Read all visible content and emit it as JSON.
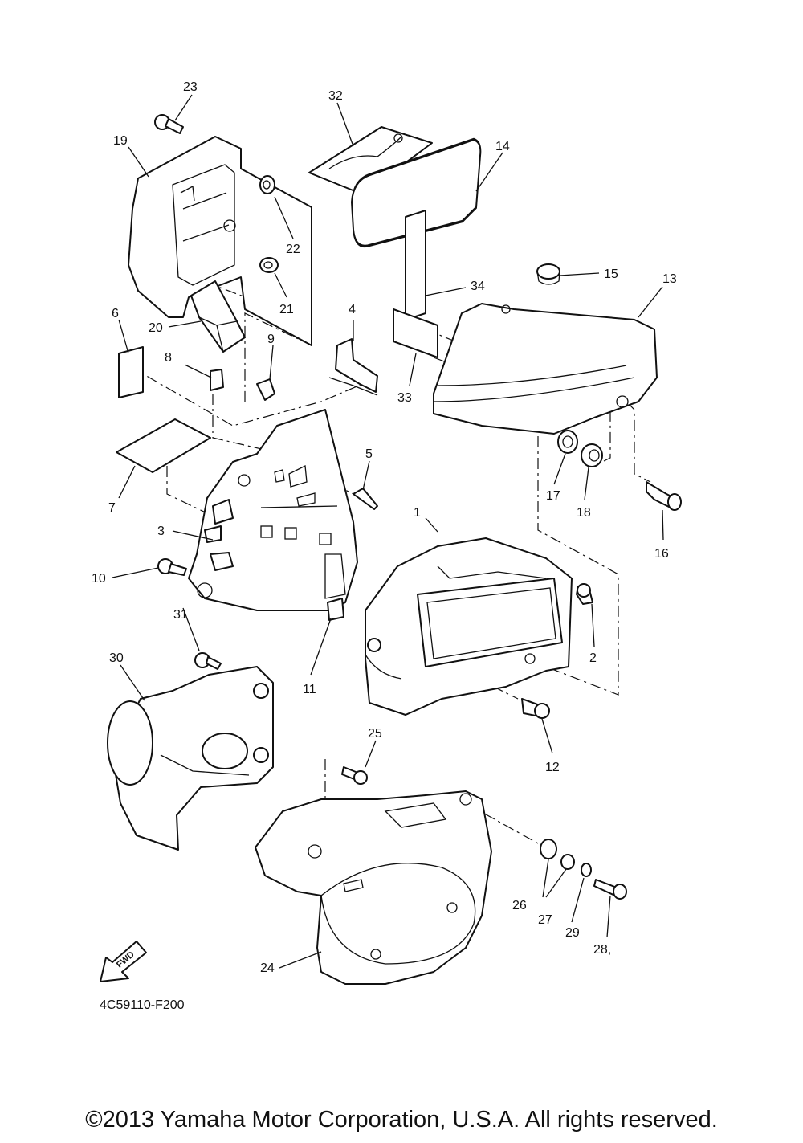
{
  "callouts": [
    {
      "id": "1",
      "label": "1"
    },
    {
      "id": "2",
      "label": "2"
    },
    {
      "id": "3",
      "label": "3"
    },
    {
      "id": "4",
      "label": "4"
    },
    {
      "id": "5",
      "label": "5"
    },
    {
      "id": "6",
      "label": "6"
    },
    {
      "id": "7",
      "label": "7"
    },
    {
      "id": "8",
      "label": "8"
    },
    {
      "id": "9",
      "label": "9"
    },
    {
      "id": "10",
      "label": "10"
    },
    {
      "id": "11",
      "label": "11"
    },
    {
      "id": "12",
      "label": "12"
    },
    {
      "id": "13",
      "label": "13"
    },
    {
      "id": "14",
      "label": "14"
    },
    {
      "id": "15",
      "label": "15"
    },
    {
      "id": "16",
      "label": "16"
    },
    {
      "id": "17",
      "label": "17"
    },
    {
      "id": "18",
      "label": "18"
    },
    {
      "id": "19",
      "label": "19"
    },
    {
      "id": "20",
      "label": "20"
    },
    {
      "id": "21",
      "label": "21"
    },
    {
      "id": "22",
      "label": "22"
    },
    {
      "id": "23",
      "label": "23"
    },
    {
      "id": "24",
      "label": "24"
    },
    {
      "id": "25",
      "label": "25"
    },
    {
      "id": "26",
      "label": "26"
    },
    {
      "id": "27",
      "label": "27"
    },
    {
      "id": "28",
      "label": "28,"
    },
    {
      "id": "29",
      "label": "29"
    },
    {
      "id": "30",
      "label": "30"
    },
    {
      "id": "31",
      "label": "31"
    },
    {
      "id": "32",
      "label": "32"
    },
    {
      "id": "33",
      "label": "33"
    },
    {
      "id": "34",
      "label": "34"
    }
  ],
  "fwd_label": "FWD",
  "diagram_code": "4C59110-F200",
  "copyright": "©2013 Yamaha Motor Corporation, U.S.A. All rights reserved."
}
